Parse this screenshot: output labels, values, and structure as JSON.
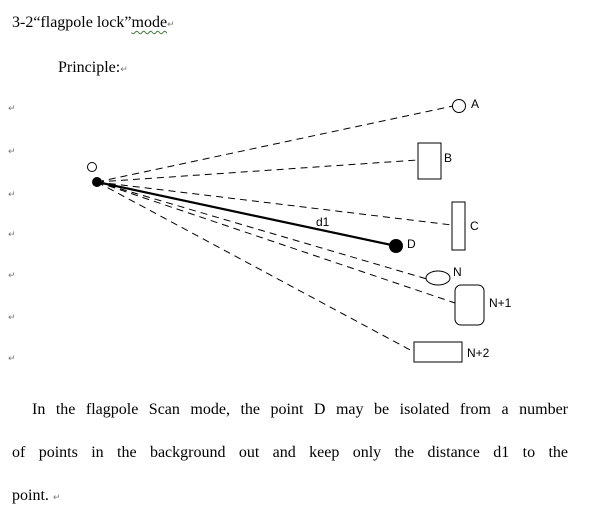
{
  "heading": {
    "prefix": "3-2“flagpole lock”",
    "mode": "mode"
  },
  "principle_label": "Principle:",
  "para_mark": "↵",
  "diagram": {
    "origin_label": "O",
    "points": [
      {
        "label": "A",
        "shape": "circle"
      },
      {
        "label": "B",
        "shape": "rect"
      },
      {
        "label": "C",
        "shape": "rect"
      },
      {
        "label": "D",
        "shape": "filled-circle"
      },
      {
        "label": "N",
        "shape": "ellipse"
      },
      {
        "label": "N+1",
        "shape": "rounded-rect"
      },
      {
        "label": "N+2",
        "shape": "rect"
      }
    ],
    "distance_label": "d1"
  },
  "body": {
    "line1": "In the flagpole Scan mode, the point D may be isolated from a number",
    "line2": "of points in the background out and keep only the distance d1 to the",
    "line3": "point."
  }
}
